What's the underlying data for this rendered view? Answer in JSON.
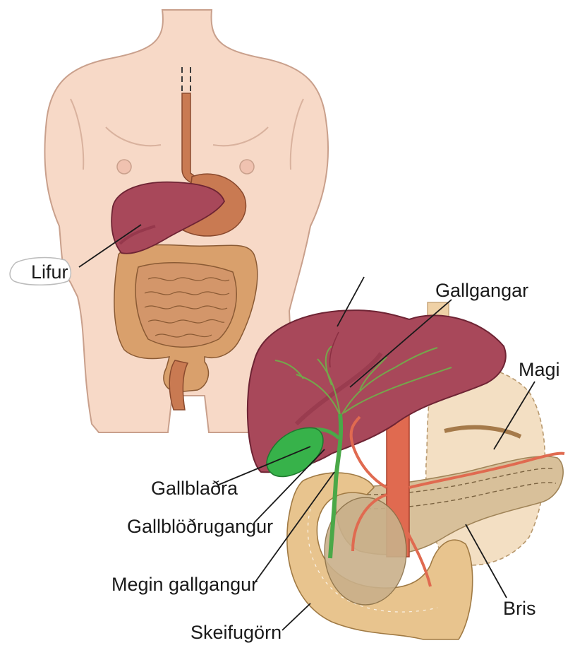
{
  "labels": {
    "lifur": "Lifur",
    "gallgangar": "Gallgangar",
    "magi": "Magi",
    "gallbladra": "Gallblaðra",
    "gallblodrugangur": "Gallblöðrugangur",
    "megin_gallgangur": "Megin gallgangur",
    "bris": "Bris",
    "skeifugorn": "Skeifugörn"
  },
  "colors": {
    "skin": "#f7d9c7",
    "skin_outline": "#c9a08c",
    "liver": "#a8485a",
    "liver_dark": "#8a2f42",
    "gallbladder": "#37b24a",
    "bile_duct": "#6fb24a",
    "stomach": "#f3dfc3",
    "pancreas": "#d8c09a",
    "duodenum": "#e8c48e",
    "intestine": "#d9a06c",
    "artery": "#e06a50",
    "leader_line": "#1a1a1a"
  }
}
